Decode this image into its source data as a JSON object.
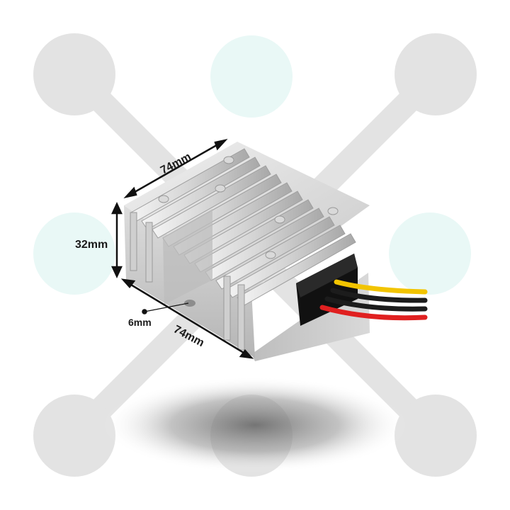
{
  "dimensions": {
    "top_length": "74mm",
    "height": "32mm",
    "front_length": "74mm",
    "mount_hole": "6mm"
  },
  "colors": {
    "background": "#ffffff",
    "decor_gray": "#e3e3e3",
    "decor_mint": "#e9f8f6",
    "aluminum_light": "#e8e8e8",
    "aluminum_dark": "#a9a9a9",
    "connector": "#111111",
    "wire_yellow": "#f2c400",
    "wire_black": "#1c1c1c",
    "wire_red": "#e02020",
    "dimension_line": "#111111"
  }
}
